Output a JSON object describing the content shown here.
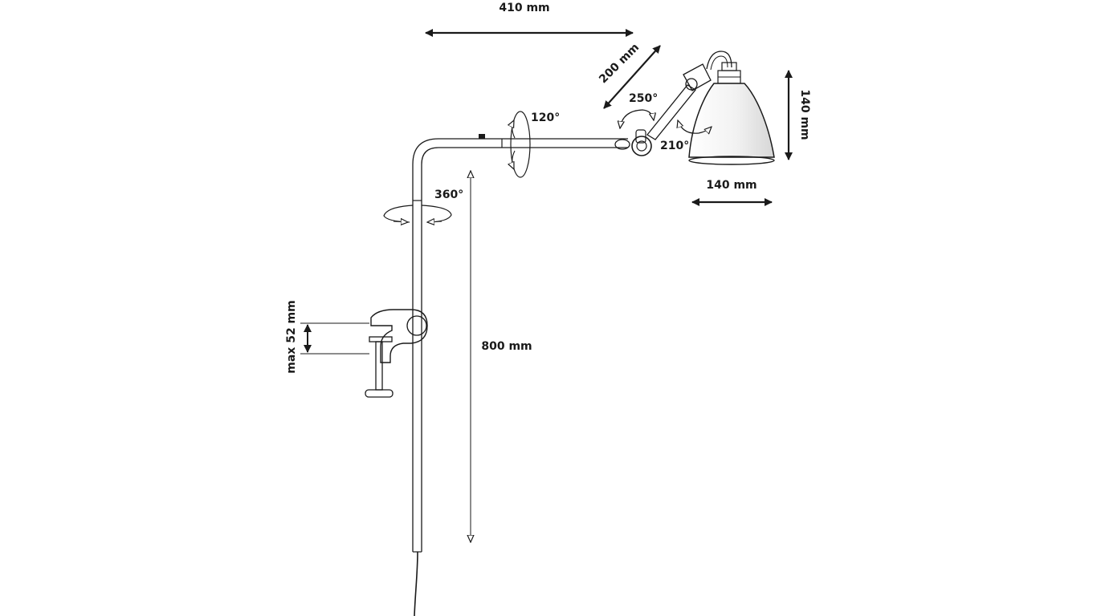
{
  "dimensions": {
    "arm_length": "410 mm",
    "arm_segment": "200 mm",
    "height": "800 mm",
    "shade_height": "140 mm",
    "shade_width": "140 mm",
    "clamp_max": "max 52 mm"
  },
  "angles": {
    "arm_rotation": "120°",
    "base_rotation": "360°",
    "elbow": "250°",
    "shade_tilt": "210°"
  },
  "colors": {
    "line": "#1a1a1a",
    "background": "#ffffff"
  }
}
